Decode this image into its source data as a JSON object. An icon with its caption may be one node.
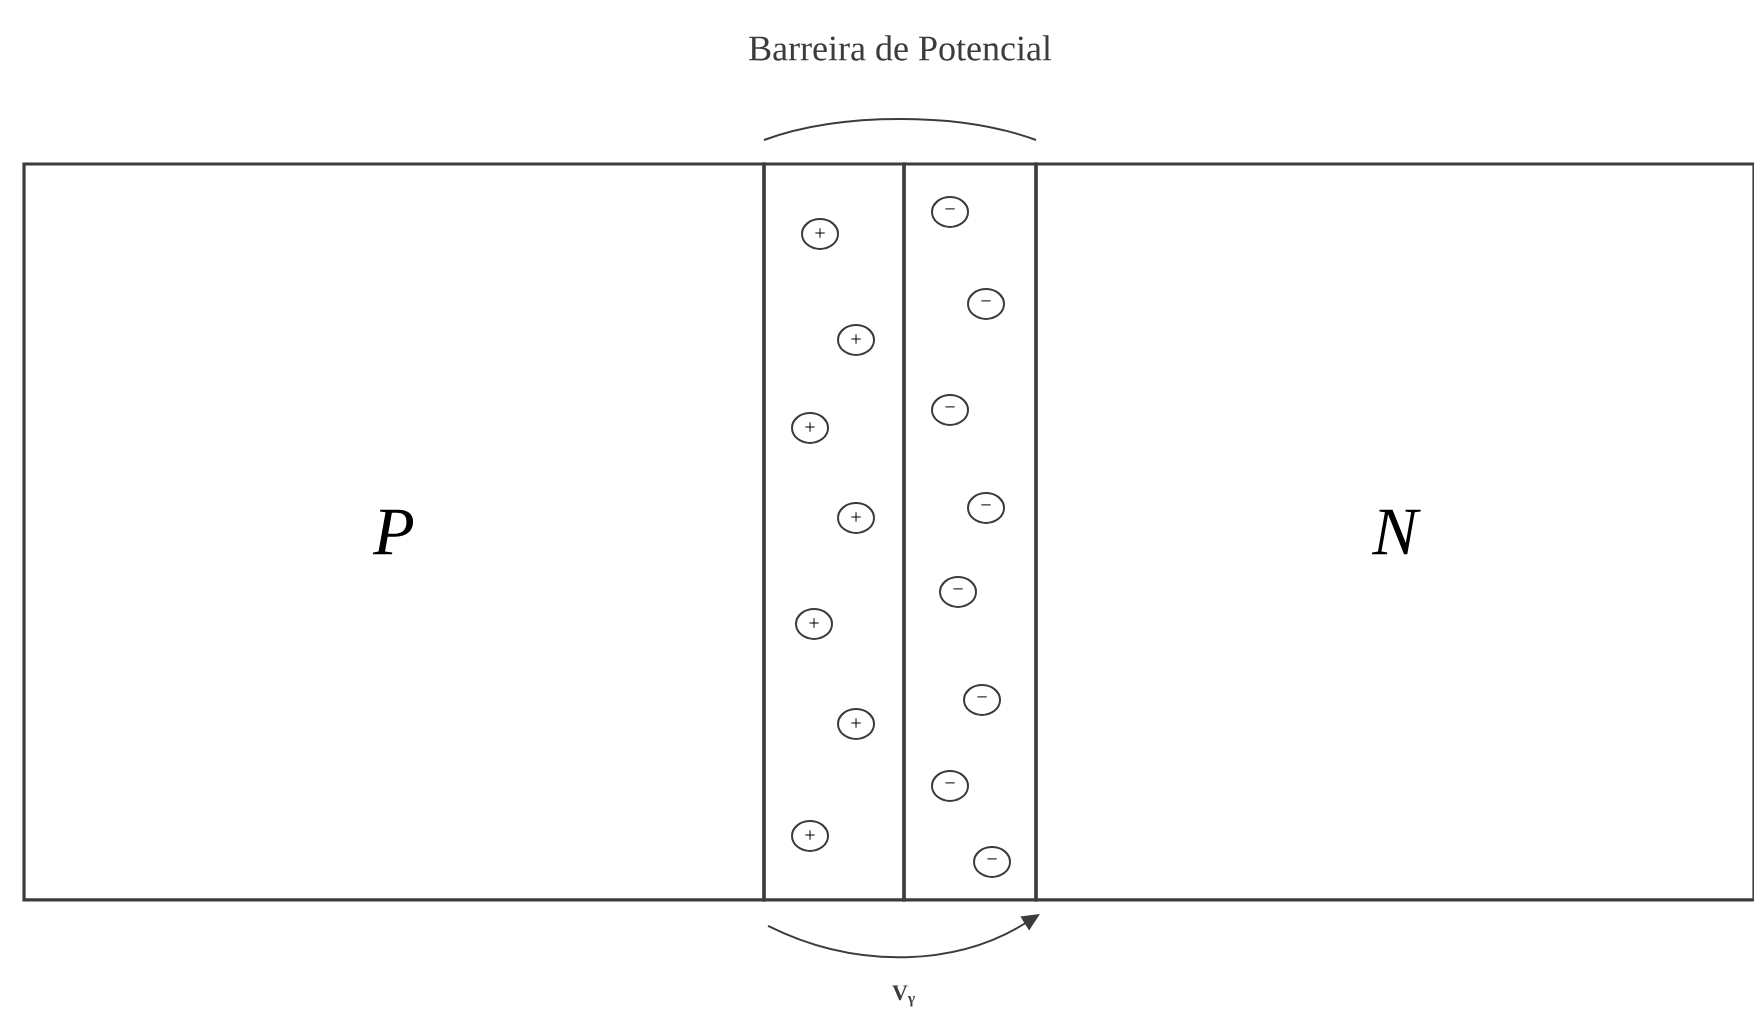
{
  "diagram": {
    "nodes": [
      {
        "text": [
          "P"
        ]
      },
      {
        "text": [],
        "shape": "box"
      },
      {
        "text": [],
        "shape": "box"
      },
      {
        "text": [
          "N"
        ]
      },
      {
        "text": [
          "+"
        ],
        "in": 1
      },
      {
        "text": [
          "+"
        ],
        "in": 1
      },
      {
        "text": [
          "+"
        ],
        "in": 1
      },
      {
        "text": [
          "+"
        ],
        "in": 1
      },
      {
        "text": [
          "+"
        ],
        "in": 1
      },
      {
        "text": [
          "+"
        ],
        "in": 1
      },
      {
        "text": [
          "+"
        ],
        "in": 1
      },
      {
        "text": [
          "−"
        ],
        "in": 2
      },
      {
        "text": [
          "−"
        ],
        "in": 2
      },
      {
        "text": [
          "−"
        ],
        "in": 2
      },
      {
        "text": [
          "−"
        ],
        "in": 2
      },
      {
        "text": [
          "−"
        ],
        "in": 2
      },
      {
        "text": [
          "−"
        ],
        "in": 2
      },
      {
        "text": [
          "−"
        ],
        "in": 2
      },
      {
        "text": [
          "−"
        ],
        "in": 2
      }
    ],
    "labels": [
      "Barreira de Potencial",
      "V$_{γ}$"
    ]
  }
}
